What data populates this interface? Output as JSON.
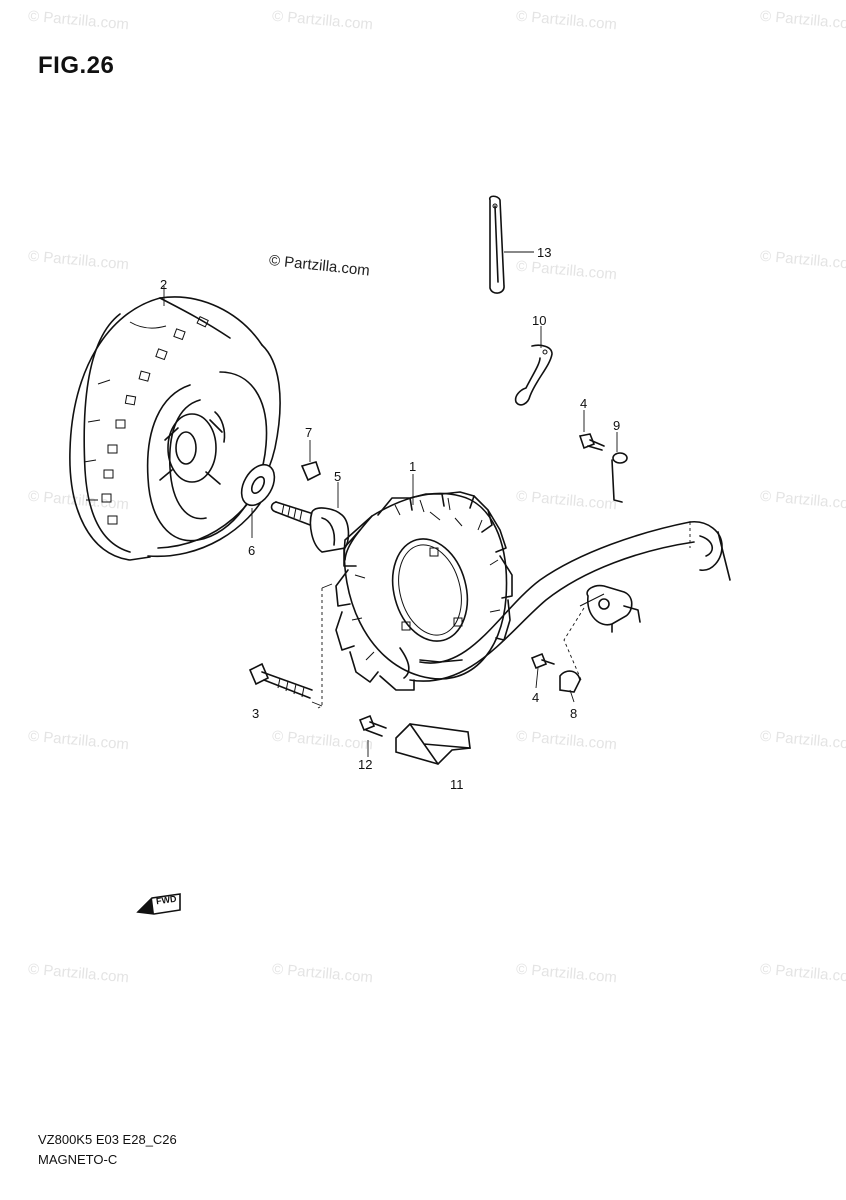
{
  "figure": {
    "title": "FIG.26",
    "copyright": "© Partzilla.com",
    "watermark_text": "© Partzilla.com",
    "model_code": "VZ800K5 E03 E28_C26",
    "section_name": "MAGNETO-C",
    "direction_badge": "FWD"
  },
  "callouts": [
    {
      "label": "1",
      "part": "stator-coil"
    },
    {
      "label": "2",
      "part": "rotor-flywheel"
    },
    {
      "label": "3",
      "part": "stator-bolt"
    },
    {
      "label": "4",
      "part": "bolt-upper"
    },
    {
      "label": "4",
      "part": "bolt-lower"
    },
    {
      "label": "5",
      "part": "rotor-bolt"
    },
    {
      "label": "6",
      "part": "washer"
    },
    {
      "label": "7",
      "part": "key"
    },
    {
      "label": "8",
      "part": "clamp-lower"
    },
    {
      "label": "9",
      "part": "wire-clamp"
    },
    {
      "label": "10",
      "part": "clamp-upper"
    },
    {
      "label": "11",
      "part": "cover-plate"
    },
    {
      "label": "12",
      "part": "cover-bolt"
    },
    {
      "label": "13",
      "part": "band"
    }
  ],
  "icons": {
    "arrow": "fwd-arrow-icon"
  }
}
